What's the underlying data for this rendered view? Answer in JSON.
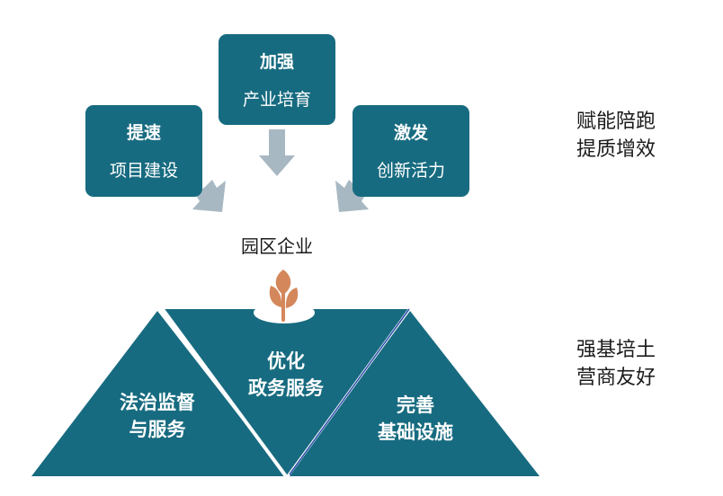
{
  "top_boxes": {
    "left": {
      "title": "提速",
      "subtitle": "项目建设"
    },
    "top": {
      "title": "加强",
      "subtitle": "产业培育"
    },
    "right": {
      "title": "激发",
      "subtitle": "创新活力"
    }
  },
  "center_label": "园区企业",
  "side_labels": {
    "top": {
      "line1": "赋能陪跑",
      "line2": "提质增效"
    },
    "bottom": {
      "line1": "强基培土",
      "line2": "营商友好"
    }
  },
  "triangles": {
    "left": {
      "line1": "法治监督",
      "line2": "与服务"
    },
    "center": {
      "line1": "优化",
      "line2": "政务服务"
    },
    "right": {
      "line1": "完善",
      "line2": "基础设施"
    }
  },
  "colors": {
    "teal": "#176b80",
    "arrow": "#a8b8c2",
    "sprout": "#d4875a"
  },
  "icons": {
    "sprout": "sprout-icon"
  }
}
